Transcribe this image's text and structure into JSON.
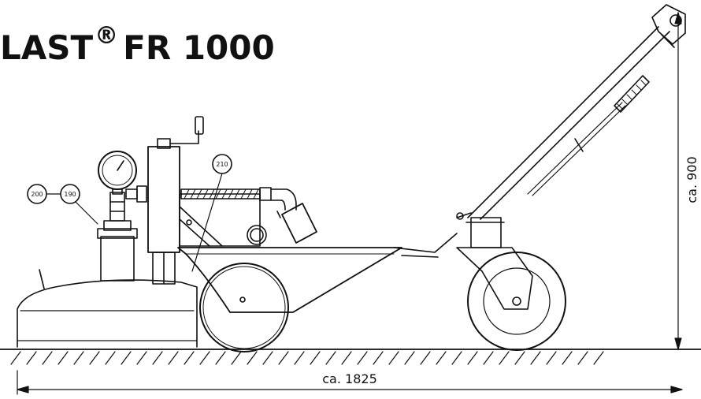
{
  "title": {
    "text_before": "LAST",
    "registered_mark": "®",
    "text_after": "FR 1000"
  },
  "dimensions": {
    "length_label": "ca. 1825",
    "height_label": "ca. 900"
  },
  "callouts": {
    "c200": "200",
    "c190": "190",
    "c210": "210"
  }
}
